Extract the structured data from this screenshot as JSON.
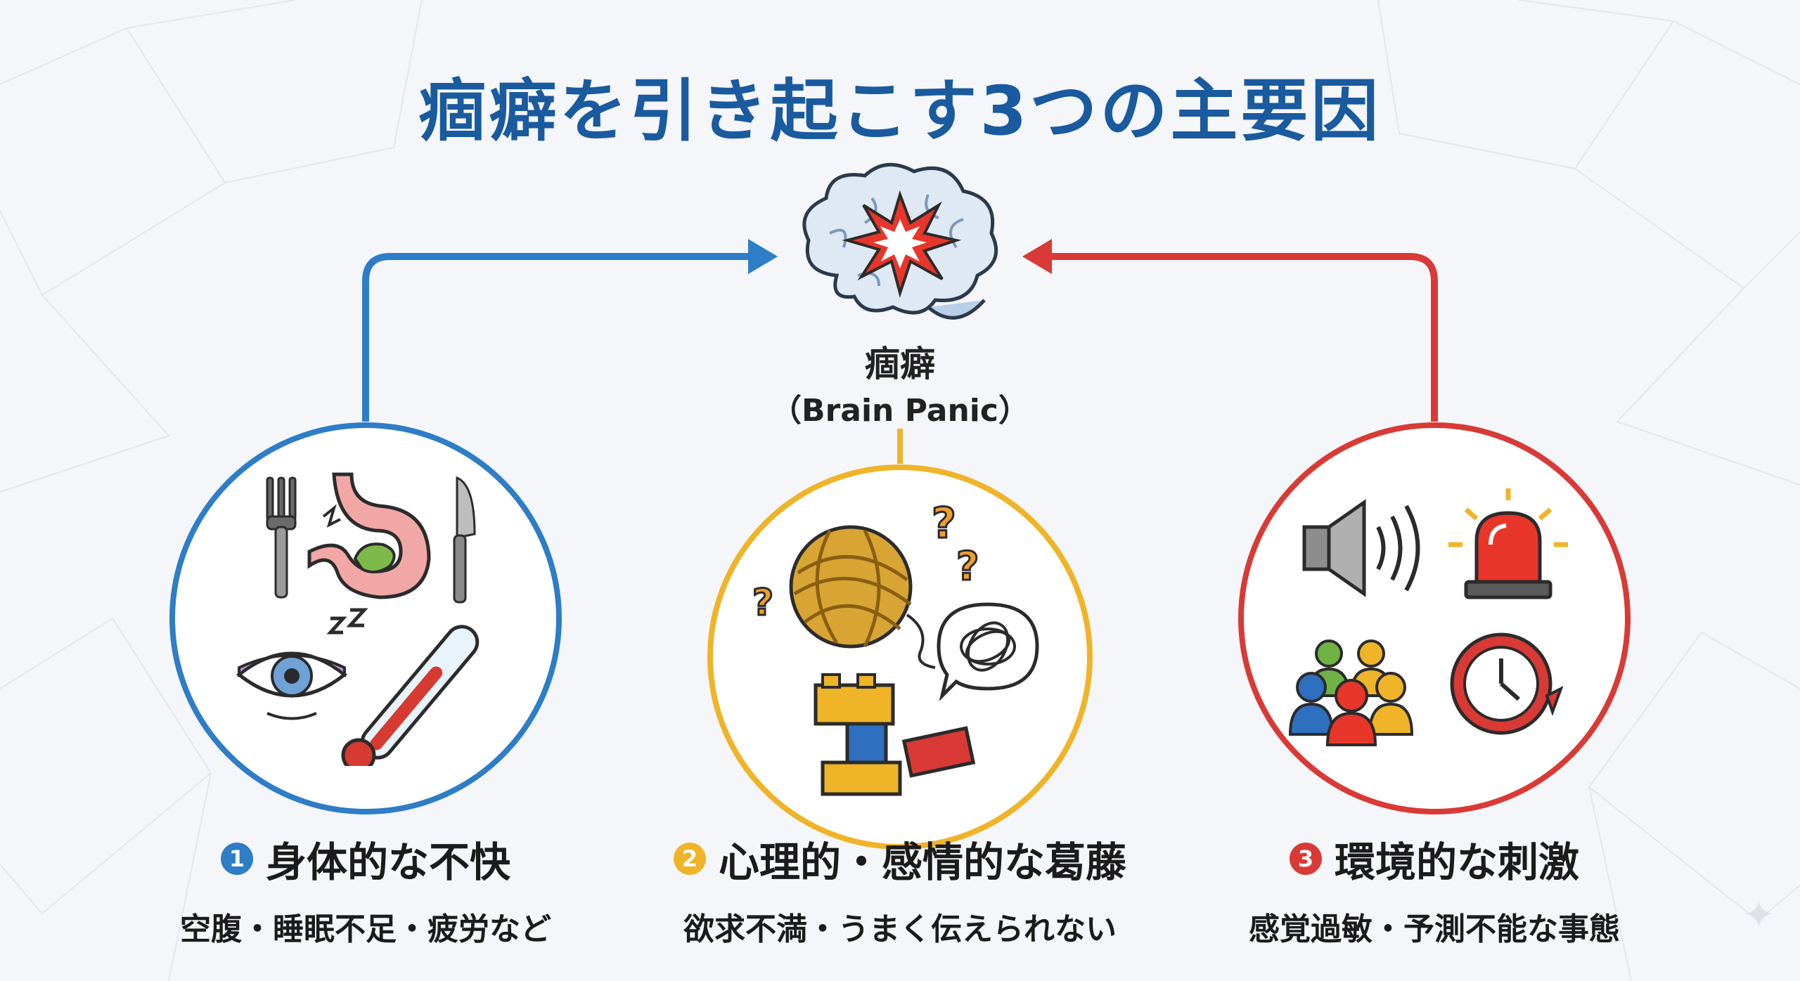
{
  "title": "痼癖を引き起こす3つの主要因",
  "center": {
    "label": "痼癖",
    "sublabel": "（Brain Panic）"
  },
  "factors": [
    {
      "number": "1",
      "title": "身体的な不快",
      "subtitle": "空腹・睡眠不足・疲労など",
      "color": "#2e7dc7",
      "icons": [
        "fork-icon",
        "stomach-icon",
        "knife-icon",
        "tired-eye-icon",
        "zzz-icon",
        "thermometer-icon"
      ]
    },
    {
      "number": "2",
      "title": "心理的・感情的な葛藤",
      "subtitle": "欲求不満・うまく伝えられない",
      "color": "#f0b429",
      "icons": [
        "yarn-ball-icon",
        "question-mark-icon",
        "tangled-speech-bubble-icon",
        "broken-blocks-icon"
      ]
    },
    {
      "number": "3",
      "title": "環境的な刺激",
      "subtitle": "感覚過敏・予測不能な事態",
      "color": "#d93a35",
      "icons": [
        "speaker-icon",
        "alarm-light-icon",
        "crowd-icon",
        "clock-icon"
      ]
    }
  ],
  "colors": {
    "title": "#1a5a9e",
    "brain": "#dfe9f4",
    "burst": "#e8362a"
  }
}
